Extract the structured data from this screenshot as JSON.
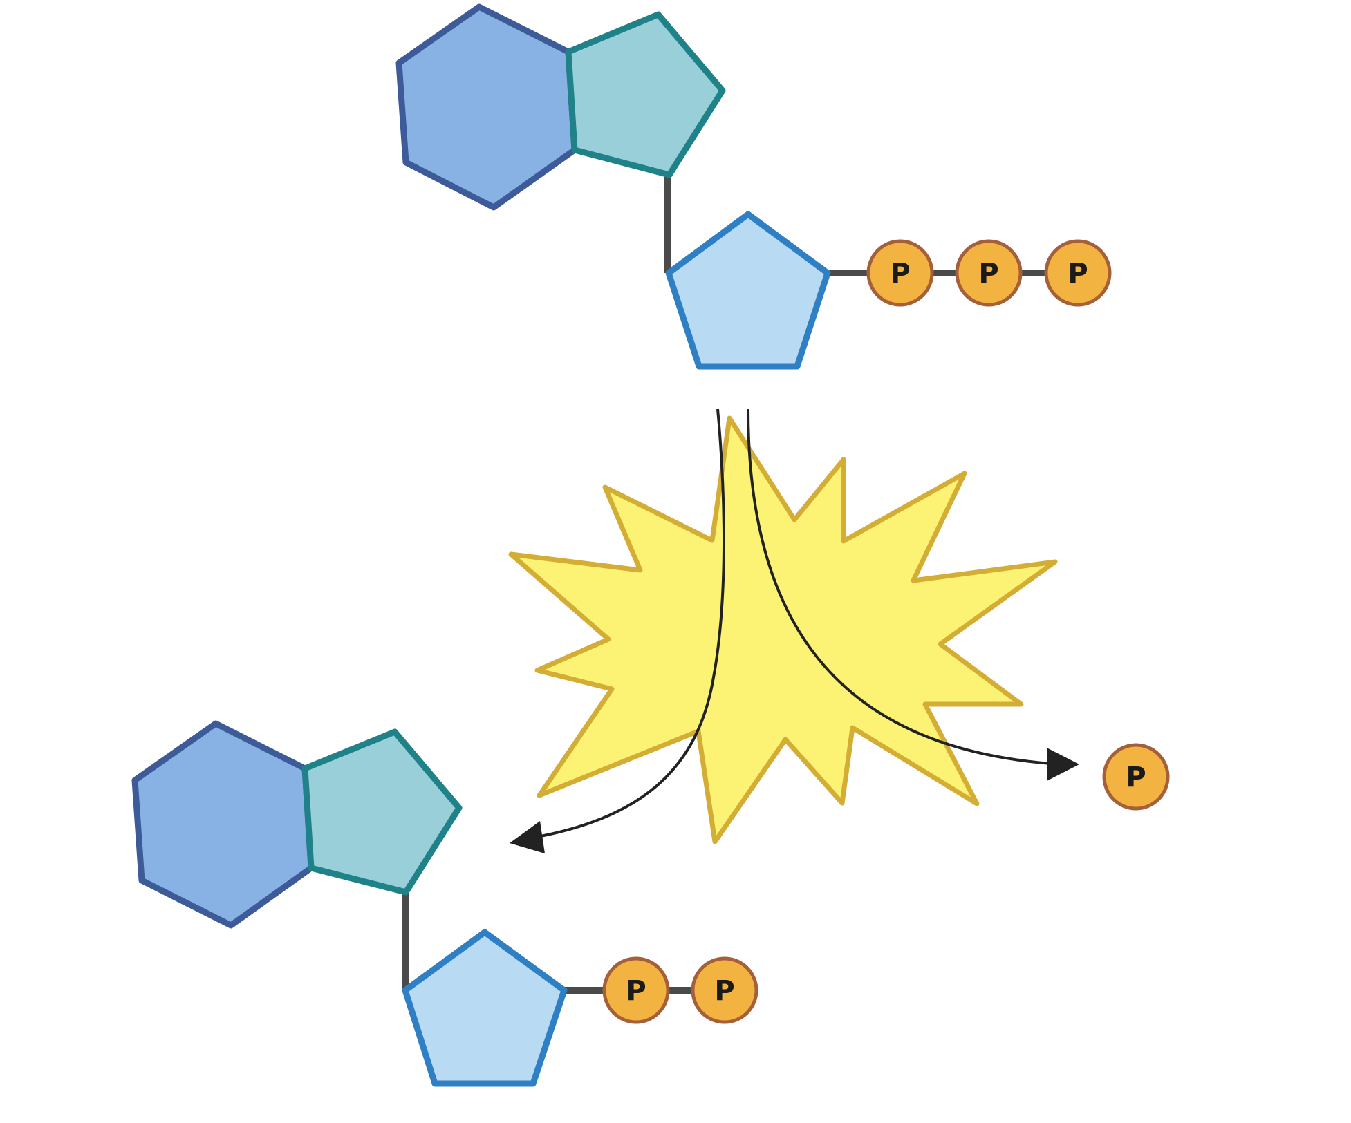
{
  "diagram": {
    "phosphate_label": "P",
    "top_molecule": {
      "phosphates": [
        "P",
        "P",
        "P"
      ]
    },
    "bottom_molecule": {
      "phosphates": [
        "P",
        "P"
      ]
    },
    "released_phosphate": {
      "label": "P"
    }
  },
  "colors": {
    "hexagon_fill": "#88b2e3",
    "hexagon_stroke": "#3d5a99",
    "pentagon_fill": "#98cfd8",
    "pentagon_stroke": "#1e8288",
    "sugar_fill": "#b8daf3",
    "sugar_stroke": "#2f7fc4",
    "phosphate_fill": "#f2b341",
    "phosphate_stroke": "#a5603a",
    "bond": "#4a4a4a",
    "burst_fill": "#fcf374",
    "burst_stroke": "#d4ad34",
    "arrow": "#222222"
  }
}
